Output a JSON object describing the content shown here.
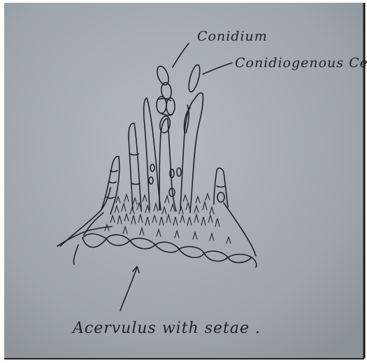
{
  "labels": {
    "conidium": "Conidium",
    "conidiogenous": "Conidiogenous Cells",
    "caption": "Acervulus with setae ."
  },
  "colors": {
    "paper": "#9aa1a8",
    "paper_light": "#b5bcc2",
    "ink": "#1e2228",
    "frame": "#1a1a1a"
  }
}
